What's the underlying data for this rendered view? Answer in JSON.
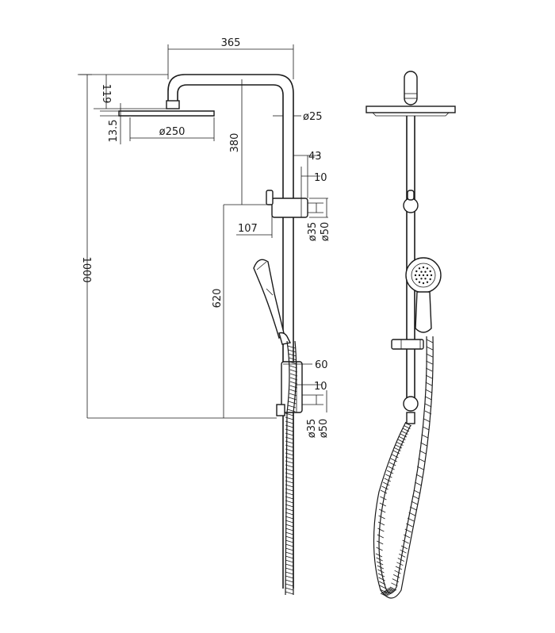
{
  "dimensions": {
    "arm_length": "365",
    "head_offset": "119",
    "head_thickness": "13.5",
    "head_diameter": "ø250",
    "rail_diameter": "ø25",
    "upper_to_bracket": "380",
    "bracket_depth": "43",
    "bracket_depth_inner": "10",
    "bracket_offset": "107",
    "bracket_inner_diameter": "ø35",
    "bracket_outer_diameter": "ø50",
    "overall_height": "1000",
    "lower_height": "620",
    "holder_depth": "60",
    "holder_depth_inner": "10",
    "holder_inner_diameter": "ø35",
    "holder_outer_diameter": "ø50"
  }
}
